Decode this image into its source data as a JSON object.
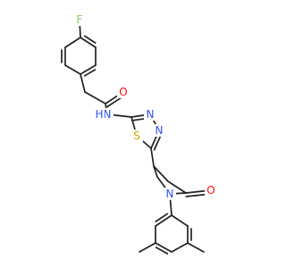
{
  "atom_colors": {
    "F": "#90d050",
    "O": "#ff0d0d",
    "N": "#3050f8",
    "S": "#c8a800",
    "H": "#3050f8"
  },
  "labels": {
    "fluorine": "F",
    "amide_oxygen": "O",
    "amide_nitrogen": "N",
    "amide_hydrogen": "H",
    "thiadiazole_n3": "N",
    "thiadiazole_n4": "N",
    "thiadiazole_sulfur": "S",
    "lactam_oxygen": "O",
    "pyrrolidinone_nitrogen": "N"
  }
}
